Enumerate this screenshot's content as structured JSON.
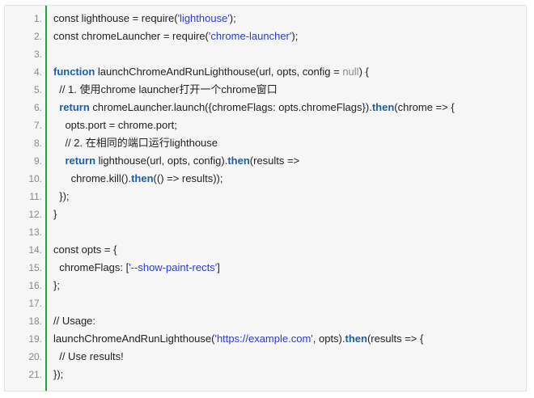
{
  "code": {
    "line_numbers": [
      "1.",
      "2.",
      "3.",
      "4.",
      "5.",
      "6.",
      "7.",
      "8.",
      "9.",
      "10.",
      "11.",
      "12.",
      "13.",
      "14.",
      "15.",
      "16.",
      "17.",
      "18.",
      "19.",
      "20.",
      "21."
    ],
    "lines": [
      [
        {
          "t": "const lighthouse = require("
        },
        {
          "t": "'lighthouse'",
          "c": "str"
        },
        {
          "t": ");"
        }
      ],
      [
        {
          "t": "const chromeLauncher = require("
        },
        {
          "t": "'chrome-launcher'",
          "c": "str"
        },
        {
          "t": ");"
        }
      ],
      [],
      [
        {
          "t": "function",
          "c": "kw"
        },
        {
          "t": " launchChromeAndRunLighthouse(url, opts, config = "
        },
        {
          "t": "null",
          "c": "lit"
        },
        {
          "t": ") {"
        }
      ],
      [
        {
          "t": "  // 1. 使用chrome launcher打开一个chrome窗口"
        }
      ],
      [
        {
          "t": "  "
        },
        {
          "t": "return",
          "c": "kw"
        },
        {
          "t": " chromeLauncher.launch({chromeFlags: opts.chromeFlags})."
        },
        {
          "t": "then",
          "c": "kw"
        },
        {
          "t": "(chrome => {"
        }
      ],
      [
        {
          "t": "    opts.port = chrome.port;"
        }
      ],
      [
        {
          "t": "    // 2. 在相同的端口运行lighthouse"
        }
      ],
      [
        {
          "t": "    "
        },
        {
          "t": "return",
          "c": "kw"
        },
        {
          "t": " lighthouse(url, opts, config)."
        },
        {
          "t": "then",
          "c": "kw"
        },
        {
          "t": "(results =>"
        }
      ],
      [
        {
          "t": "      chrome.kill()."
        },
        {
          "t": "then",
          "c": "kw"
        },
        {
          "t": "(() => results));"
        }
      ],
      [
        {
          "t": "  });"
        }
      ],
      [
        {
          "t": "}"
        }
      ],
      [],
      [
        {
          "t": "const opts = {"
        }
      ],
      [
        {
          "t": "  chromeFlags: ["
        },
        {
          "t": "'--show-paint-rects'",
          "c": "str"
        },
        {
          "t": "]"
        }
      ],
      [
        {
          "t": "};"
        }
      ],
      [],
      [
        {
          "t": "// Usage:"
        }
      ],
      [
        {
          "t": "launchChromeAndRunLighthouse("
        },
        {
          "t": "'https://example.com'",
          "c": "str"
        },
        {
          "t": ", opts)."
        },
        {
          "t": "then",
          "c": "kw"
        },
        {
          "t": "(results => {"
        }
      ],
      [
        {
          "t": "  // Use results!"
        }
      ],
      [
        {
          "t": "});"
        }
      ]
    ]
  }
}
